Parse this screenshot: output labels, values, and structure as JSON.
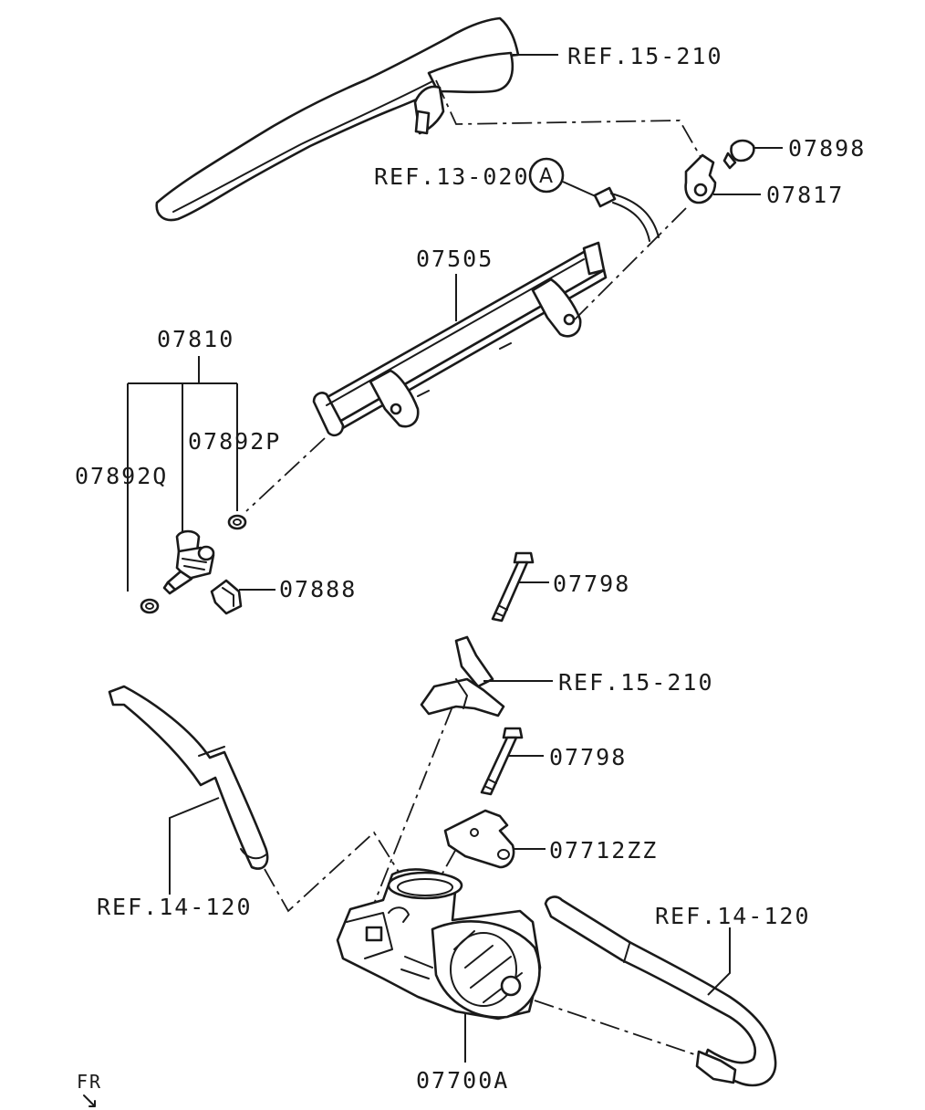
{
  "labels": {
    "ref_15_210_top": "REF.15-210",
    "p07898": "07898",
    "ref_13_020": "REF.13-020",
    "callout_a": "A",
    "p07817": "07817",
    "p07505": "07505",
    "p07810": "07810",
    "p07892p": "07892P",
    "p07892q": "07892Q",
    "p07888": "07888",
    "p07798_top": "07798",
    "ref_15_210_mid": "REF.15-210",
    "p07798_bottom": "07798",
    "p07712zz": "07712ZZ",
    "ref_14_120_left": "REF.14-120",
    "ref_14_120_right": "REF.14-120",
    "p07700a": "07700A",
    "fr": "FR"
  }
}
